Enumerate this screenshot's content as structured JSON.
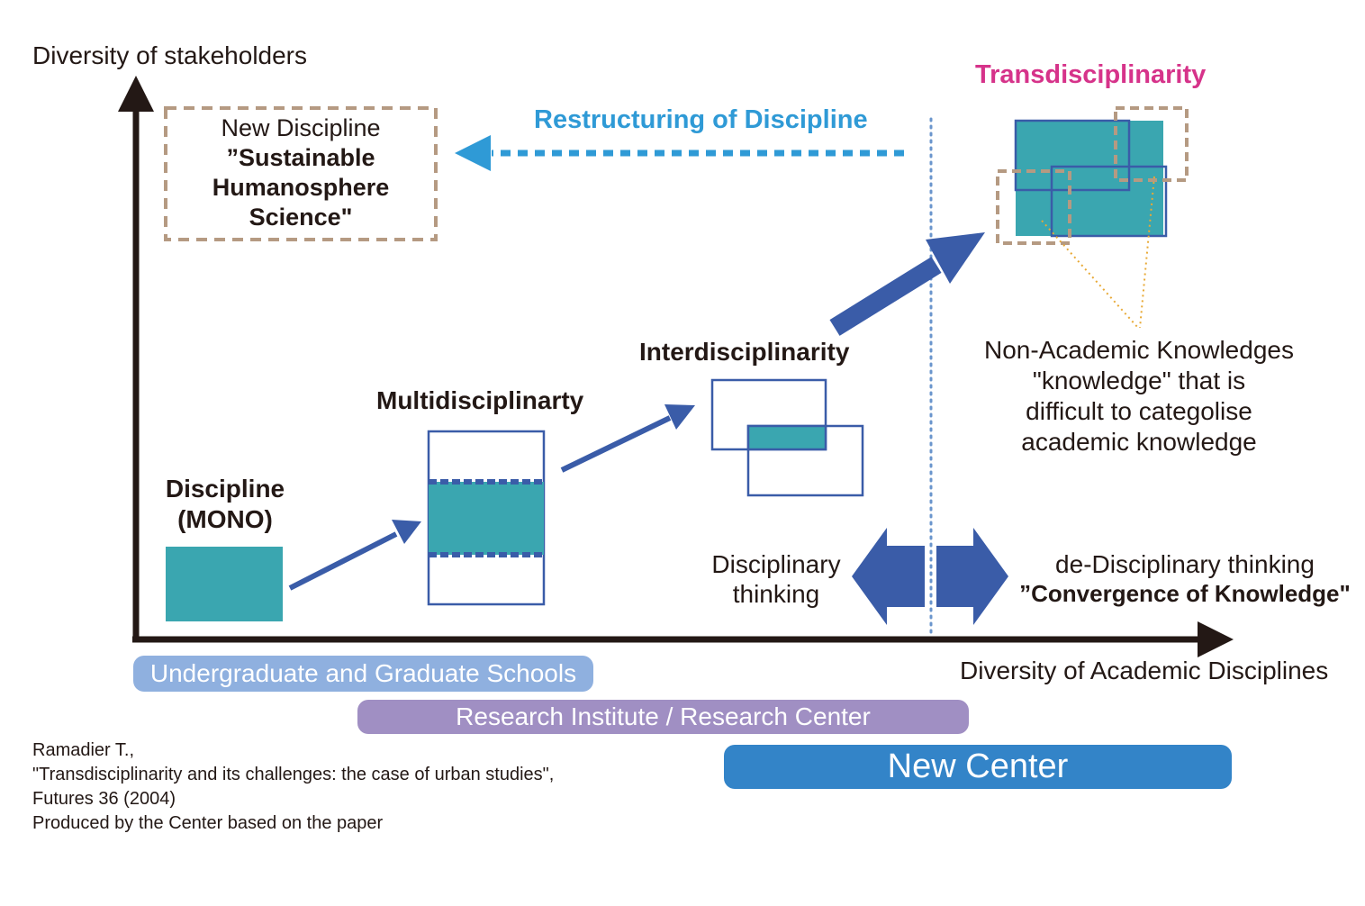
{
  "axes": {
    "y_label": "Diversity of stakeholders",
    "x_label": "Diversity of Academic Disciplines"
  },
  "stages": {
    "discipline": [
      "Discipline",
      "(MONO)"
    ],
    "multi": "Multidisciplinarty",
    "inter": "Interdisciplinarity",
    "trans": "Transdisciplinarity"
  },
  "restructuring": "Restructuring of Discipline",
  "new_discipline": {
    "line1": "New Discipline",
    "line2": "”Sustainable",
    "line3": "Humanosphere",
    "line4": "Science\""
  },
  "non_academic": [
    "Non-Academic Knowledges",
    "\"knowledge\" that is",
    "difficult to categolise",
    "academic knowledge"
  ],
  "thinking": {
    "left": [
      "Disciplinary",
      "thinking"
    ],
    "right_line1": "de-Disciplinary thinking",
    "right_line2": "”Convergence of Knowledge\""
  },
  "bars": {
    "schools": "Undergraduate and Graduate Schools",
    "institute": "Research Institute / Research Center",
    "new_center": "New Center"
  },
  "source": [
    "Ramadier T.,",
    "\"Transdisciplinarity and its challenges: the case of urban studies\",",
    "Futures 36 (2004)",
    "Produced by the Center based on the paper"
  ],
  "colors": {
    "teal": "#3aa6b0",
    "navy": "#3a5ca8",
    "magenta": "#d6338a",
    "light_blue": "#2f9ad6",
    "tan": "#b59a82",
    "gold": "#e8a935",
    "schools_bar": "#8fb0df",
    "institute_bar": "#a08fc3",
    "new_center_bar": "#3384c8"
  }
}
